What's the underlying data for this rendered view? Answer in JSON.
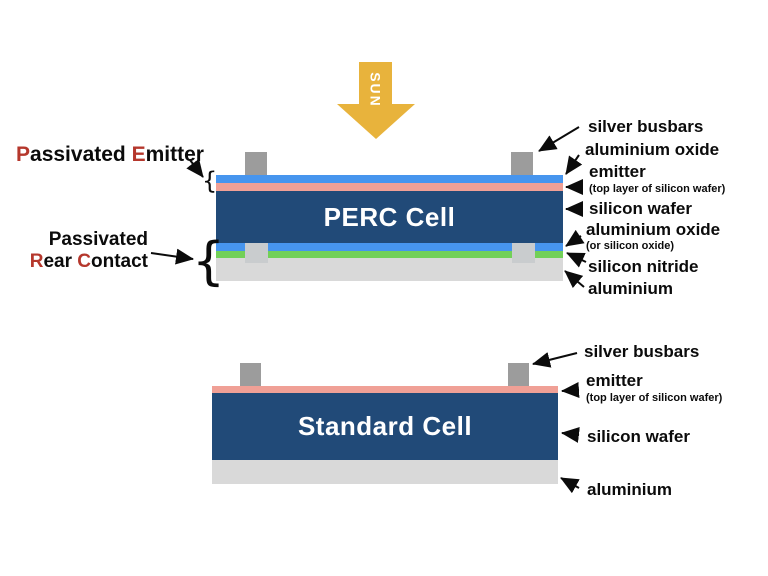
{
  "sun": {
    "label": "SUN"
  },
  "colors": {
    "aluminium_oxide": "#4795ee",
    "emitter": "#f0a096",
    "silicon_wafer": "#214a78",
    "silicon_nitride": "#72d058",
    "aluminium": "#d9d9d9",
    "silver_busbar": "#9c9c9c",
    "rear_contact_fill": "#c9ccce",
    "sun": "#e8b33c",
    "accent_red": "#b5372c"
  },
  "perc": {
    "title": "PERC Cell",
    "right_labels": {
      "silver_busbars": "silver busbars",
      "aluminium_oxide_top": "aluminium oxide",
      "emitter": "emitter",
      "emitter_sub": "(top layer of silicon wafer)",
      "silicon_wafer": "silicon wafer",
      "aluminium_oxide_bottom": "aluminium oxide",
      "aluminium_oxide_bottom_sub": "(or silicon oxide)",
      "silicon_nitride": "silicon nitride",
      "aluminium": "aluminium"
    },
    "left_labels": {
      "passivated_emitter": {
        "p1": "P",
        "p2": "assivated ",
        "p3": "E",
        "p4": "mitter"
      },
      "rear_line1": "Passivated",
      "rear_contact": {
        "p1": "R",
        "p2": "ear ",
        "p3": "C",
        "p4": "ontact"
      }
    }
  },
  "standard": {
    "title": "Standard Cell",
    "right_labels": {
      "silver_busbars": "silver busbars",
      "emitter": "emitter",
      "emitter_sub": "(top layer of silicon wafer)",
      "silicon_wafer": "silicon wafer",
      "aluminium": "aluminium"
    }
  },
  "glyphs": {
    "brace": "{"
  }
}
